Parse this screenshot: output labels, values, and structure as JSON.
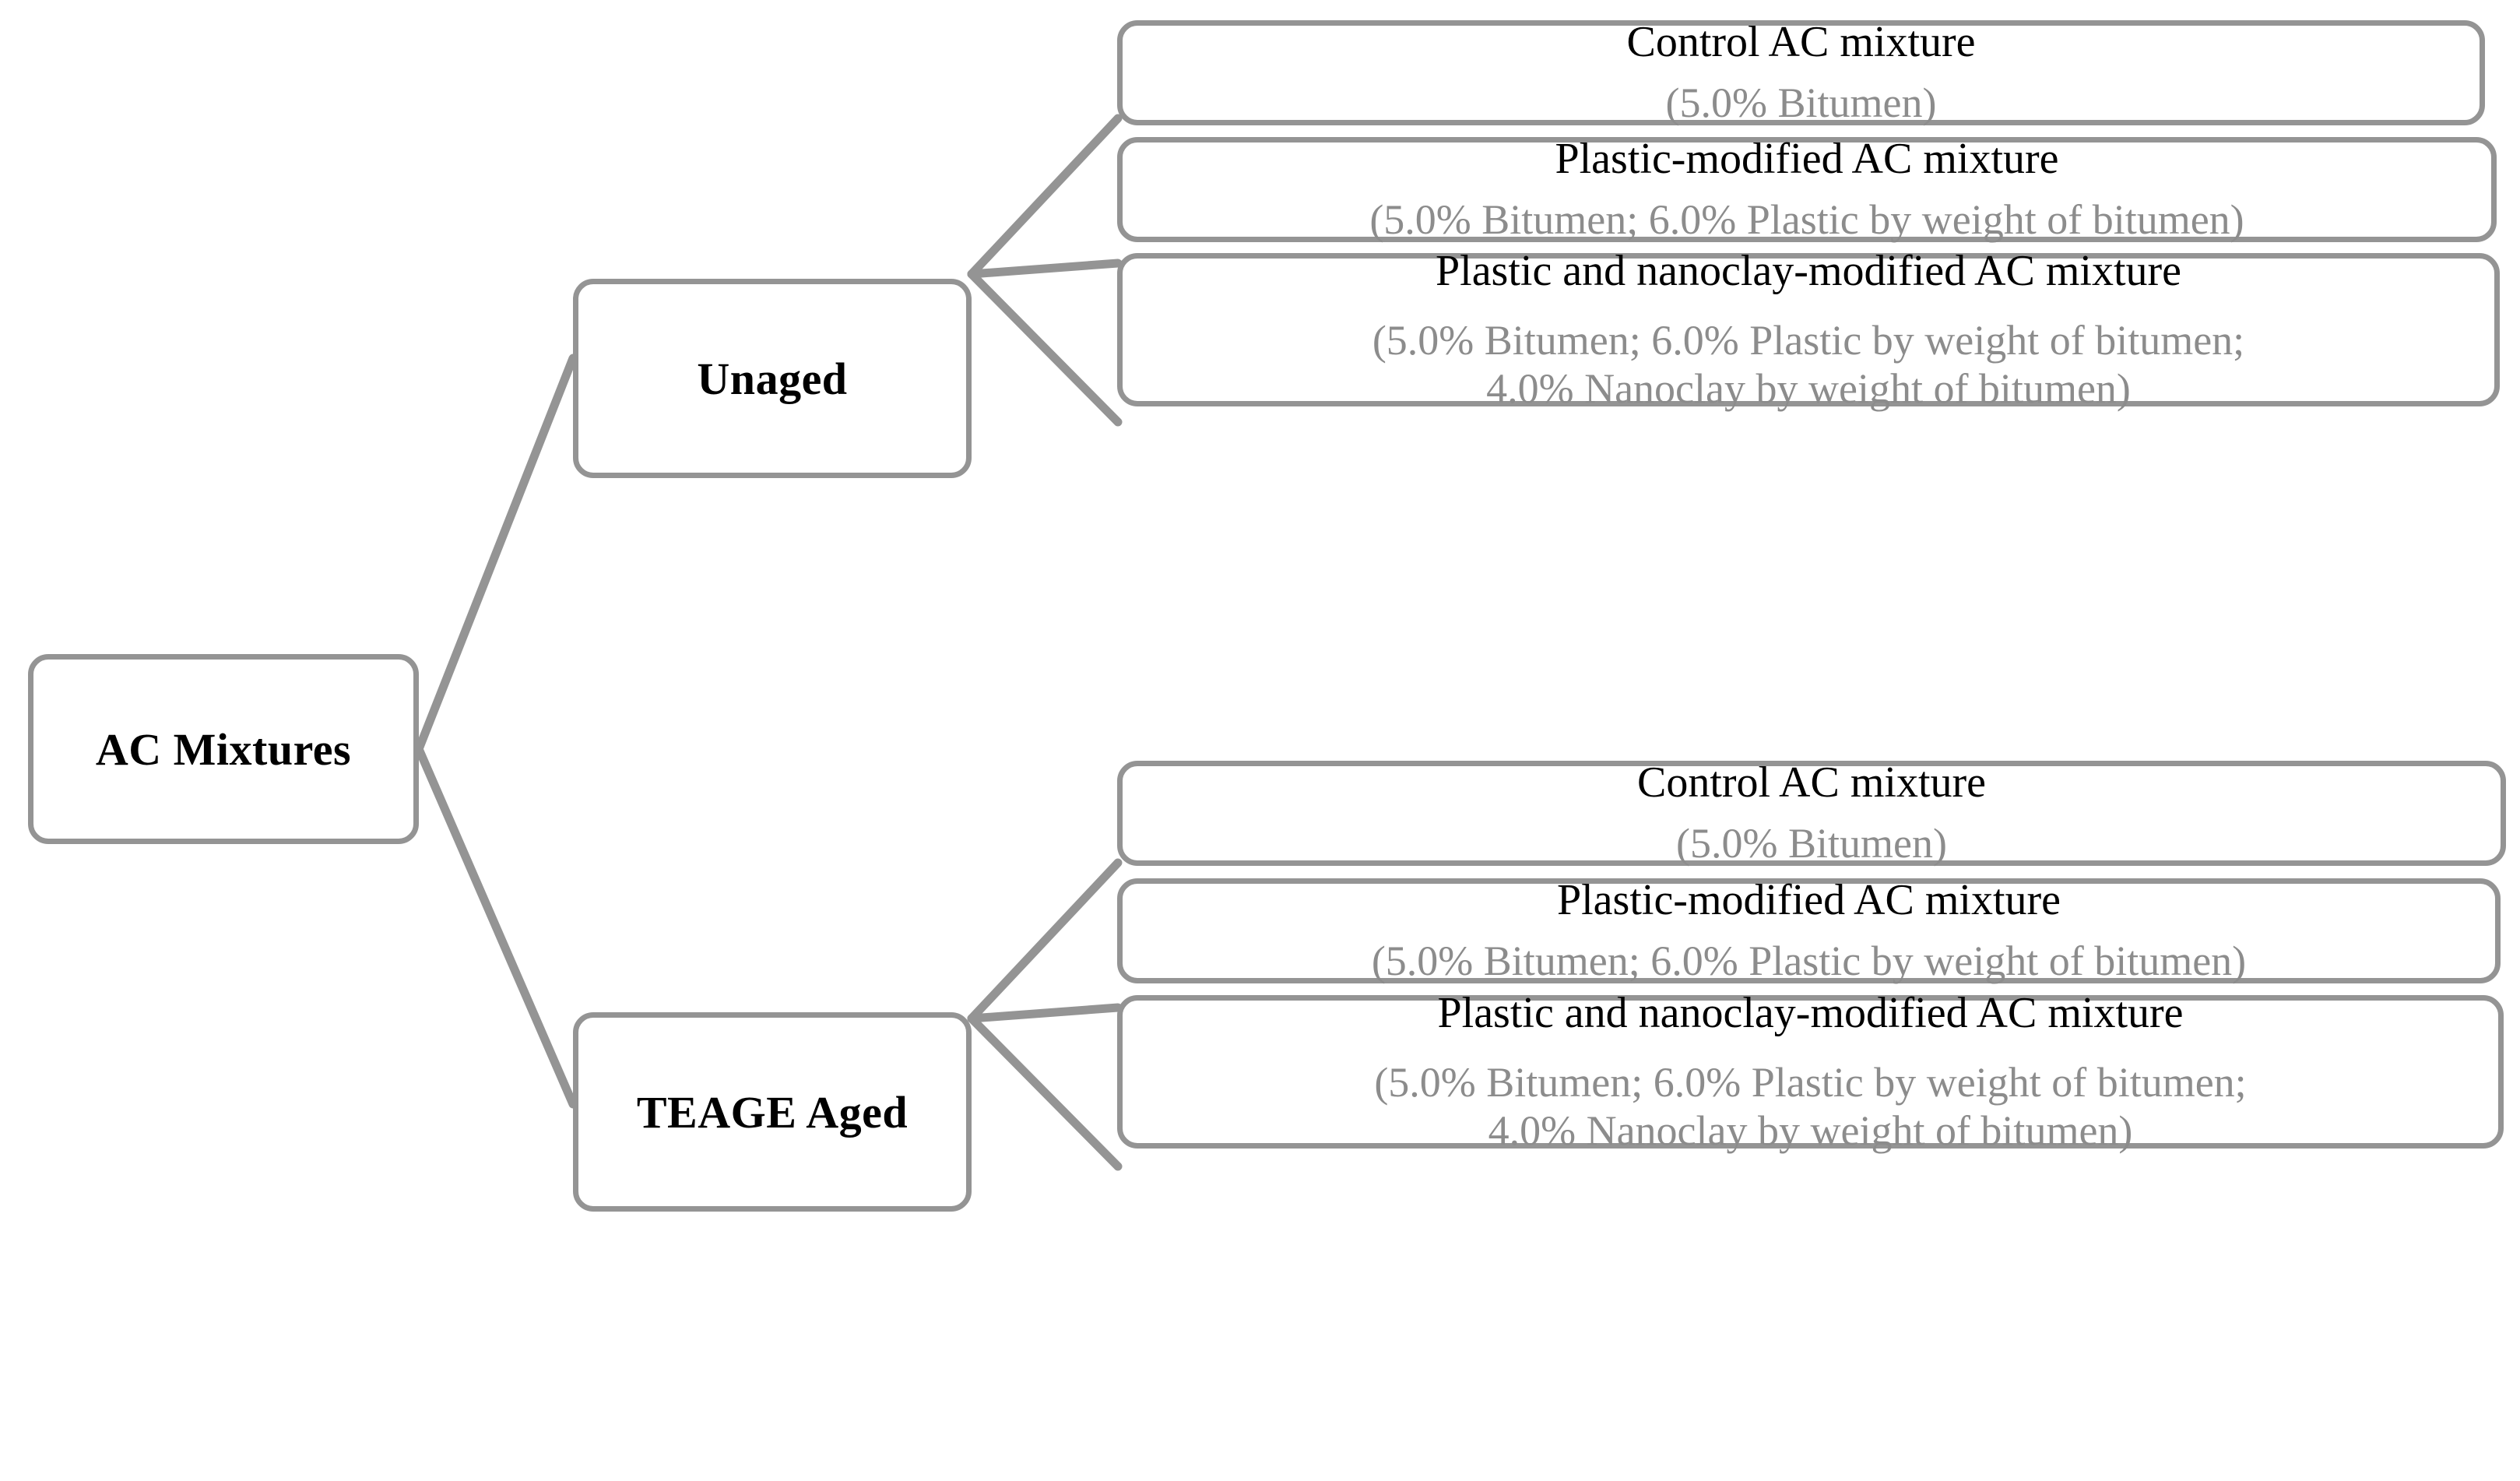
{
  "diagram": {
    "title": "AC Mixtures experimental design tree",
    "colors": {
      "border": "#949494",
      "connector": "#949494",
      "title_text": "#000000",
      "sub_text": "#8c8c8c",
      "background": "#ffffff"
    },
    "root": {
      "label": "AC Mixtures"
    },
    "branches": [
      {
        "id": "unaged",
        "label": "Unaged"
      },
      {
        "id": "teage-aged",
        "label": "TEAGE Aged"
      }
    ],
    "leaves": [
      {
        "id": "unaged-control",
        "branch": "unaged",
        "title": "Control AC mixture",
        "sub": "(5.0% Bitumen)"
      },
      {
        "id": "unaged-plastic",
        "branch": "unaged",
        "title": "Plastic-modified AC mixture",
        "sub": "(5.0% Bitumen; 6.0% Plastic by weight of bitumen)"
      },
      {
        "id": "unaged-plastic-nanoclay",
        "branch": "unaged",
        "title": "Plastic and nanoclay-modified AC mixture",
        "sub": "(5.0% Bitumen; 6.0% Plastic by weight of bitumen;\n4.0% Nanoclay by weight of bitumen)"
      },
      {
        "id": "aged-control",
        "branch": "teage-aged",
        "title": "Control AC mixture",
        "sub": "(5.0% Bitumen)"
      },
      {
        "id": "aged-plastic",
        "branch": "teage-aged",
        "title": "Plastic-modified AC mixture",
        "sub": "(5.0% Bitumen; 6.0% Plastic by weight of bitumen)"
      },
      {
        "id": "aged-plastic-nanoclay",
        "branch": "teage-aged",
        "title": "Plastic and nanoclay-modified AC mixture",
        "sub": "(5.0% Bitumen; 6.0% Plastic by weight of bitumen;\n4.0% Nanoclay by weight of bitumen)"
      }
    ]
  }
}
